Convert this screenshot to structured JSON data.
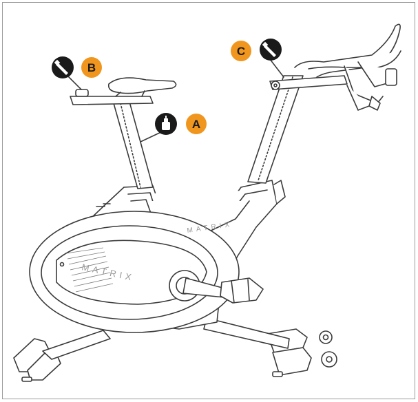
{
  "callouts": [
    {
      "label": "A",
      "tool_icon": "lubricant-bottle-icon"
    },
    {
      "label": "B",
      "tool_icon": "grease-tube-icon"
    },
    {
      "label": "C",
      "tool_icon": "grease-tube-icon"
    }
  ],
  "brand_frame": "MATRIX",
  "brand_cover": "MATRIX",
  "colors": {
    "badge": "#f0961e",
    "tool_circle": "#1a1a1a",
    "line": "#3a3a3a",
    "frame_border": "#9a9a9a"
  }
}
